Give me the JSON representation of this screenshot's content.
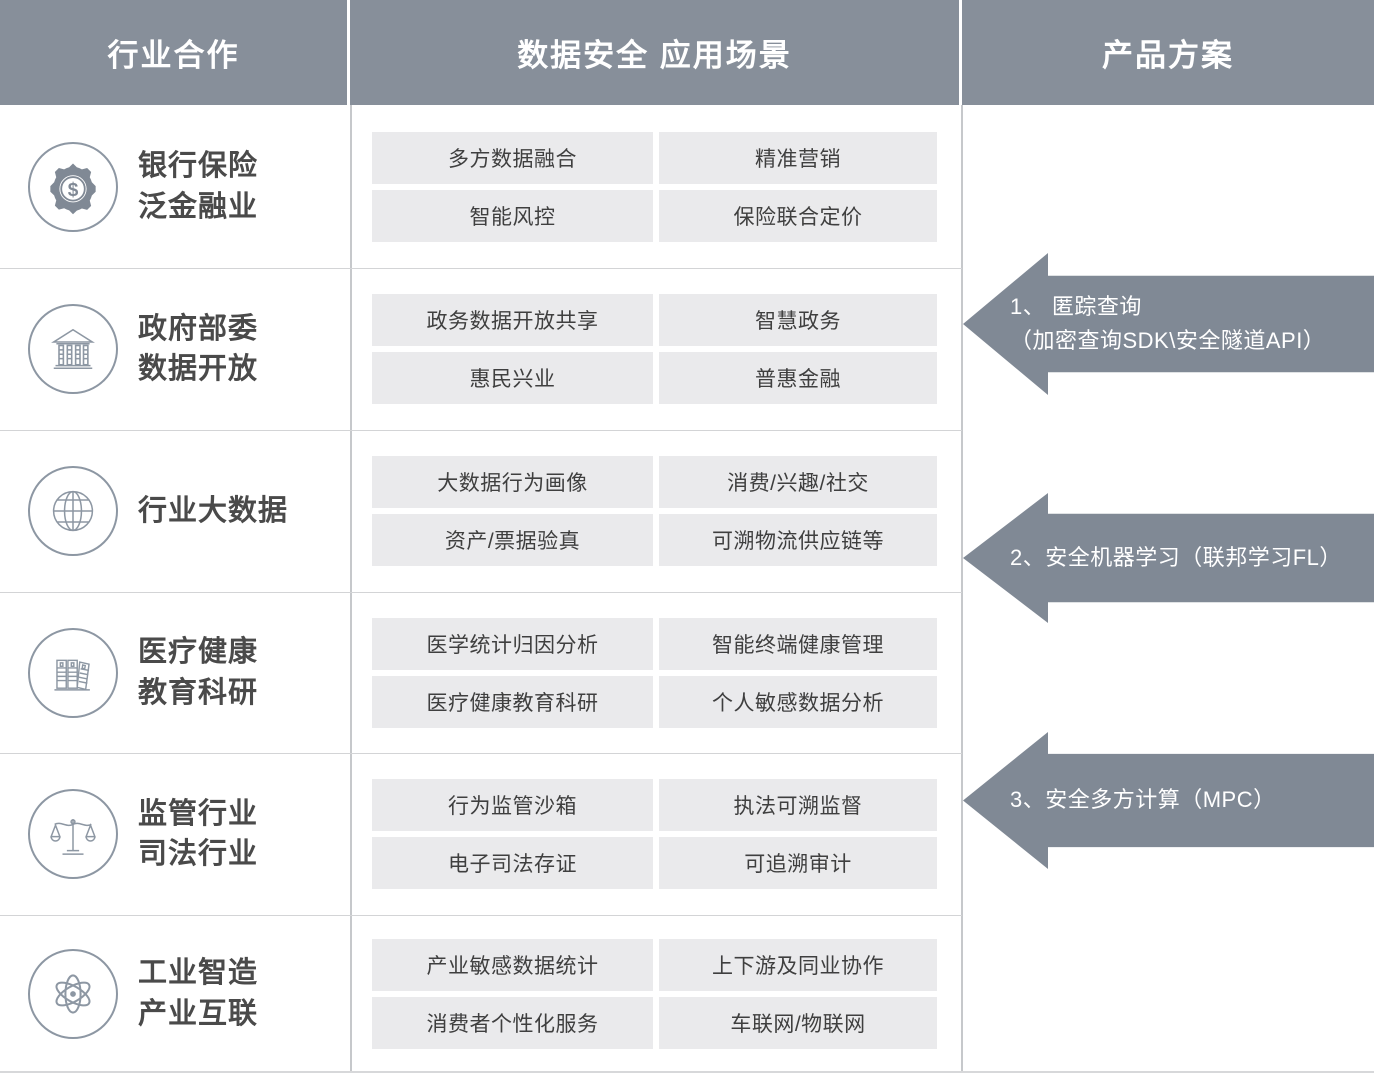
{
  "header": {
    "columns": [
      {
        "label": "行业合作"
      },
      {
        "label": "数据安全  应用场景"
      },
      {
        "label": "产品方案"
      }
    ]
  },
  "colors": {
    "header_bg": "#878f9a",
    "arrow_fill": "#808995",
    "tag_bg": "#eaeaec",
    "icon_stroke": "#8d97a3",
    "label_text": "#4a4a4a",
    "tag_text": "#3f3f3f",
    "divider": "#c6c8cb"
  },
  "rows": [
    {
      "icon": "gear-dollar-icon",
      "label": "银行保险\n泛金融业",
      "tags": [
        [
          "多方数据融合",
          "精准营销"
        ],
        [
          "智能风控",
          "保险联合定价"
        ]
      ]
    },
    {
      "icon": "bank-building-icon",
      "label": "政府部委\n数据开放",
      "tags": [
        [
          "政务数据开放共享",
          "智慧政务"
        ],
        [
          "惠民兴业",
          "普惠金融"
        ]
      ]
    },
    {
      "icon": "globe-icon",
      "label": "行业大数据",
      "tags": [
        [
          "大数据行为画像",
          "消费/兴趣/社交"
        ],
        [
          "资产/票据验真",
          "可溯物流供应链等"
        ]
      ]
    },
    {
      "icon": "books-icon",
      "label": "医疗健康\n教育科研",
      "tags": [
        [
          "医学统计归因分析",
          "智能终端健康管理"
        ],
        [
          "医疗健康教育科研",
          "个人敏感数据分析"
        ]
      ]
    },
    {
      "icon": "scales-justice-icon",
      "label": "监管行业\n司法行业",
      "tags": [
        [
          "行为监管沙箱",
          "执法可溯监督"
        ],
        [
          "电子司法存证",
          "可追溯审计"
        ]
      ]
    },
    {
      "icon": "atom-icon",
      "label": "工业智造\n产业互联",
      "tags": [
        [
          "产业敏感数据统计",
          "上下游及同业协作"
        ],
        [
          "消费者个性化服务",
          "车联网/物联网"
        ]
      ]
    }
  ],
  "arrows": [
    {
      "text": "1、 匿踪查询\n（加密查询SDK\\安全隧道API）"
    },
    {
      "text": "2、安全机器学习（联邦学习FL）"
    },
    {
      "text": "3、安全多方计算（MPC）"
    }
  ]
}
